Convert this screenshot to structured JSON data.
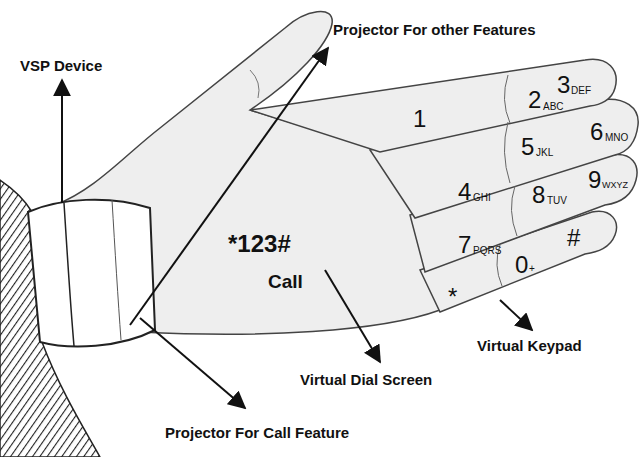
{
  "diagram": {
    "labels": [
      "VSP Device",
      "Projector For other Features",
      "1",
      "2",
      "ABC",
      "3",
      "DEF",
      "4",
      "GHI",
      "5",
      "JKL",
      "6",
      "MNO",
      "*123#",
      "Call",
      "7",
      "PQRS",
      "8",
      "TUV",
      "9",
      "WXYZ",
      "*",
      "0",
      "+",
      "#",
      "Virtual Keypad",
      "Virtual Dial Screen",
      "Projector For Call Feature"
    ]
  }
}
